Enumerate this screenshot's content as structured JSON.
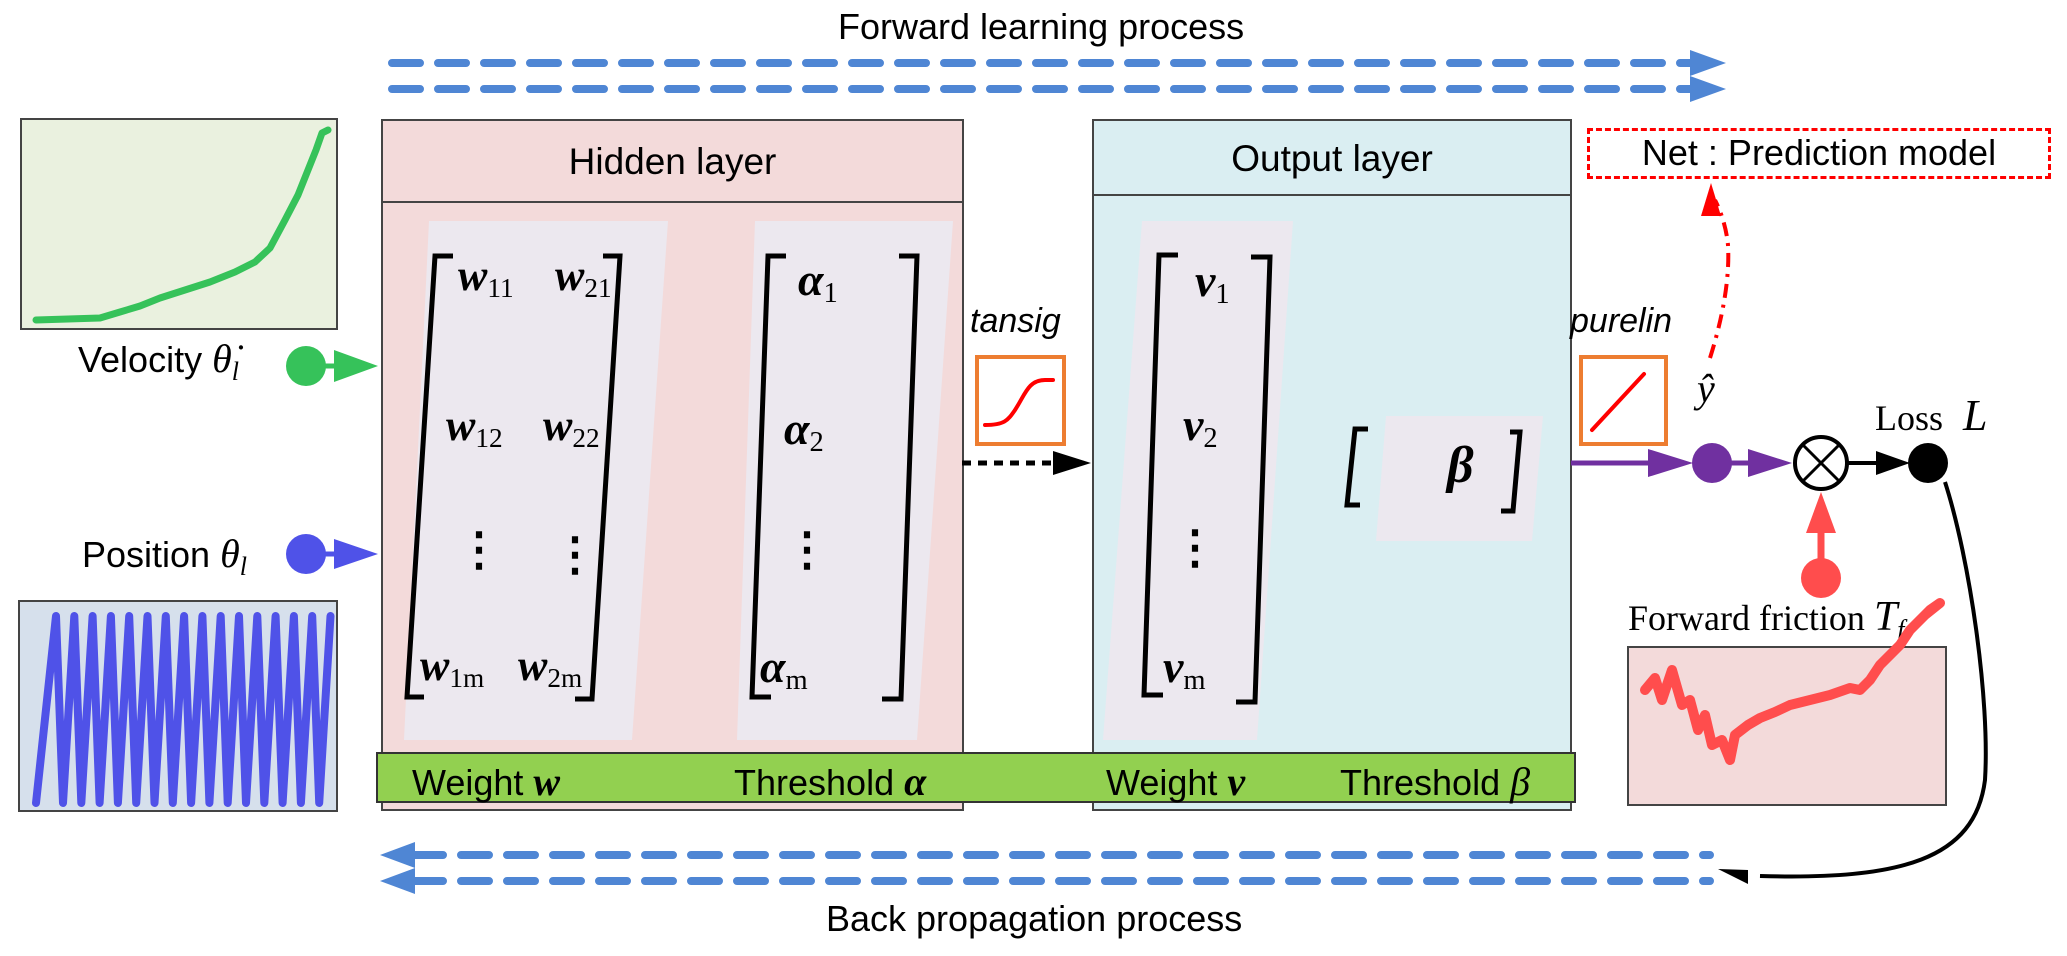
{
  "title_top": "Forward learning process",
  "title_bottom": "Back propagation  process",
  "inputs": {
    "velocity": {
      "label": "Velocity",
      "symbol": "θ̇",
      "sub": "l",
      "color": "#36c25a",
      "chart_bg": "#eaf1df"
    },
    "position": {
      "label": "Position",
      "symbol": "θ",
      "sub": "l",
      "color": "#4f52e8",
      "chart_bg": "#d6e0ec"
    }
  },
  "hidden_layer": {
    "title": "Hidden layer",
    "bg": "#f3dada",
    "weights": [
      [
        "w",
        "11"
      ],
      [
        "w",
        "21"
      ],
      [
        "w",
        "12"
      ],
      [
        "w",
        "22"
      ],
      [
        "⋮",
        ""
      ],
      [
        "⋮",
        ""
      ],
      [
        "w",
        "1m"
      ],
      [
        "w",
        "2m"
      ]
    ],
    "thresholds": [
      [
        "α",
        "1"
      ],
      [
        "α",
        "2"
      ],
      [
        "⋮",
        ""
      ],
      [
        "α",
        "m"
      ]
    ]
  },
  "output_layer": {
    "title": "Output layer",
    "bg": "#daeef2",
    "weights": [
      [
        "v",
        "1"
      ],
      [
        "v",
        "2"
      ],
      [
        "⋮",
        ""
      ],
      [
        "v",
        "m"
      ]
    ],
    "threshold": "β"
  },
  "band": {
    "weight_w": "Weight",
    "weight_w_sym": "w",
    "threshold_alpha": "Threshold",
    "threshold_alpha_sym": "α",
    "weight_v": "Weight",
    "weight_v_sym": "v",
    "threshold_beta": "Threshold",
    "threshold_beta_sym": "β",
    "color": "#92d050"
  },
  "activations": {
    "hidden": "tansig",
    "output": "purelin",
    "box_color": "#ed7d31",
    "curve_color": "#ff0000"
  },
  "output": {
    "y_hat": "ŷ",
    "loss_label": "Loss",
    "loss_symbol": "L",
    "net_label": "Net : Prediction model",
    "friction_label": "Forward friction",
    "friction_symbol": "T",
    "friction_sub": "f",
    "friction_color": "#ff4d4d",
    "friction_chart_bg": "#f3dada",
    "flow_color": "#7030a0"
  },
  "process_arrow_color": "#4f86d4"
}
